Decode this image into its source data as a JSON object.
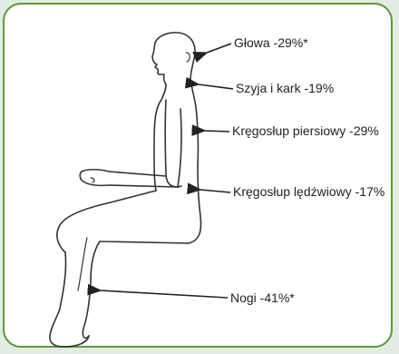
{
  "labels": {
    "head": "Głowa -29%*",
    "neck": "Szyja i kark -19%",
    "thoracic": "Kręgosłup piersiowy -29%",
    "lumbar": "Kręgosłup lędźwiowy -17%",
    "legs": "Nogi -41%*"
  },
  "colors": {
    "frame_border": "#5a9a3a",
    "background": "#e3ece2",
    "outline": "#333333"
  }
}
